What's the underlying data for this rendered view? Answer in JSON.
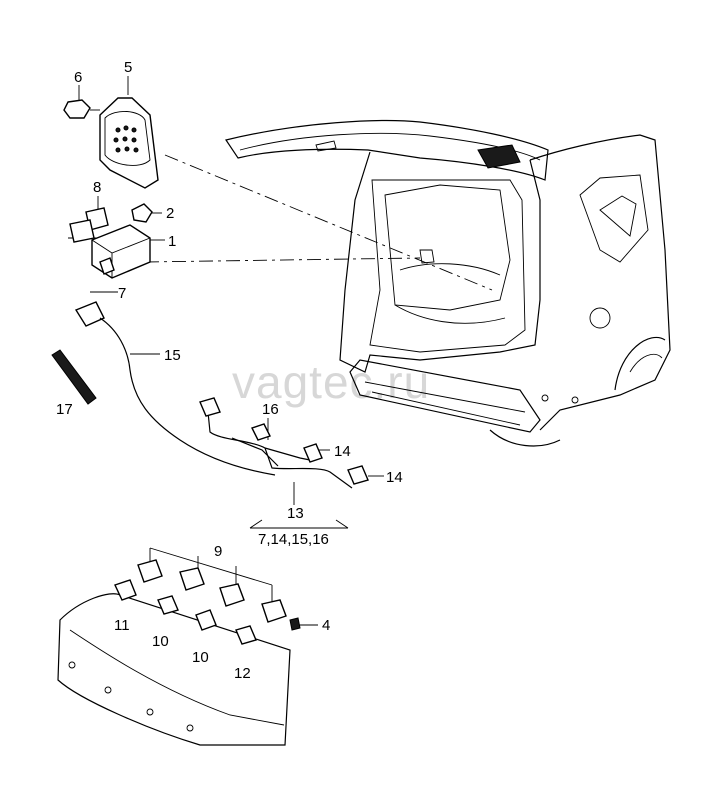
{
  "watermark": "vagtec.ru",
  "callouts": {
    "c1": "1",
    "c2": "2",
    "c4": "4",
    "c5": "5",
    "c6": "6",
    "c7": "7",
    "c8": "8",
    "c9": "9",
    "c10a": "10",
    "c10b": "10",
    "c11": "11",
    "c12": "12",
    "c13": "13",
    "c13sub": "7,14,15,16",
    "c14a": "14",
    "c14b": "14",
    "c15": "15",
    "c16": "16",
    "c17": "17"
  },
  "colors": {
    "ink": "#000000",
    "background": "#ffffff",
    "watermark": "#d7d7d7"
  }
}
